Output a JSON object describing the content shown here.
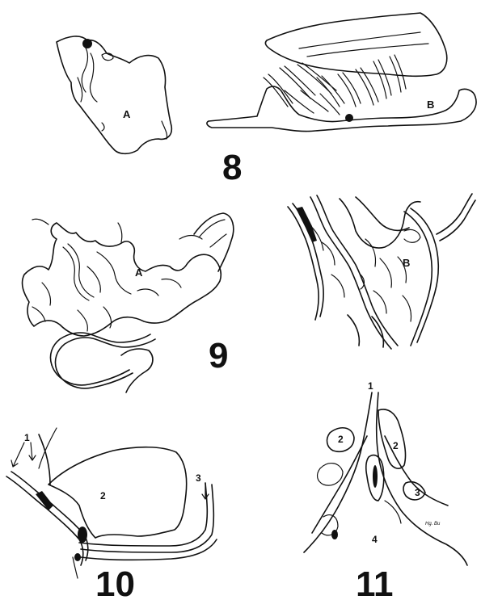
{
  "figures": [
    {
      "number": "8",
      "labels": {
        "a": "A",
        "b": "B"
      }
    },
    {
      "number": "9",
      "labels": {
        "a": "A",
        "b": "B"
      }
    },
    {
      "number": "10",
      "labels": {
        "one": "1",
        "two": "2",
        "three": "3"
      }
    },
    {
      "number": "11",
      "labels": {
        "one": "1",
        "two_left": "2",
        "two_right": "2",
        "three": "3",
        "four": "4"
      },
      "credit": "Hg. Bu"
    }
  ]
}
